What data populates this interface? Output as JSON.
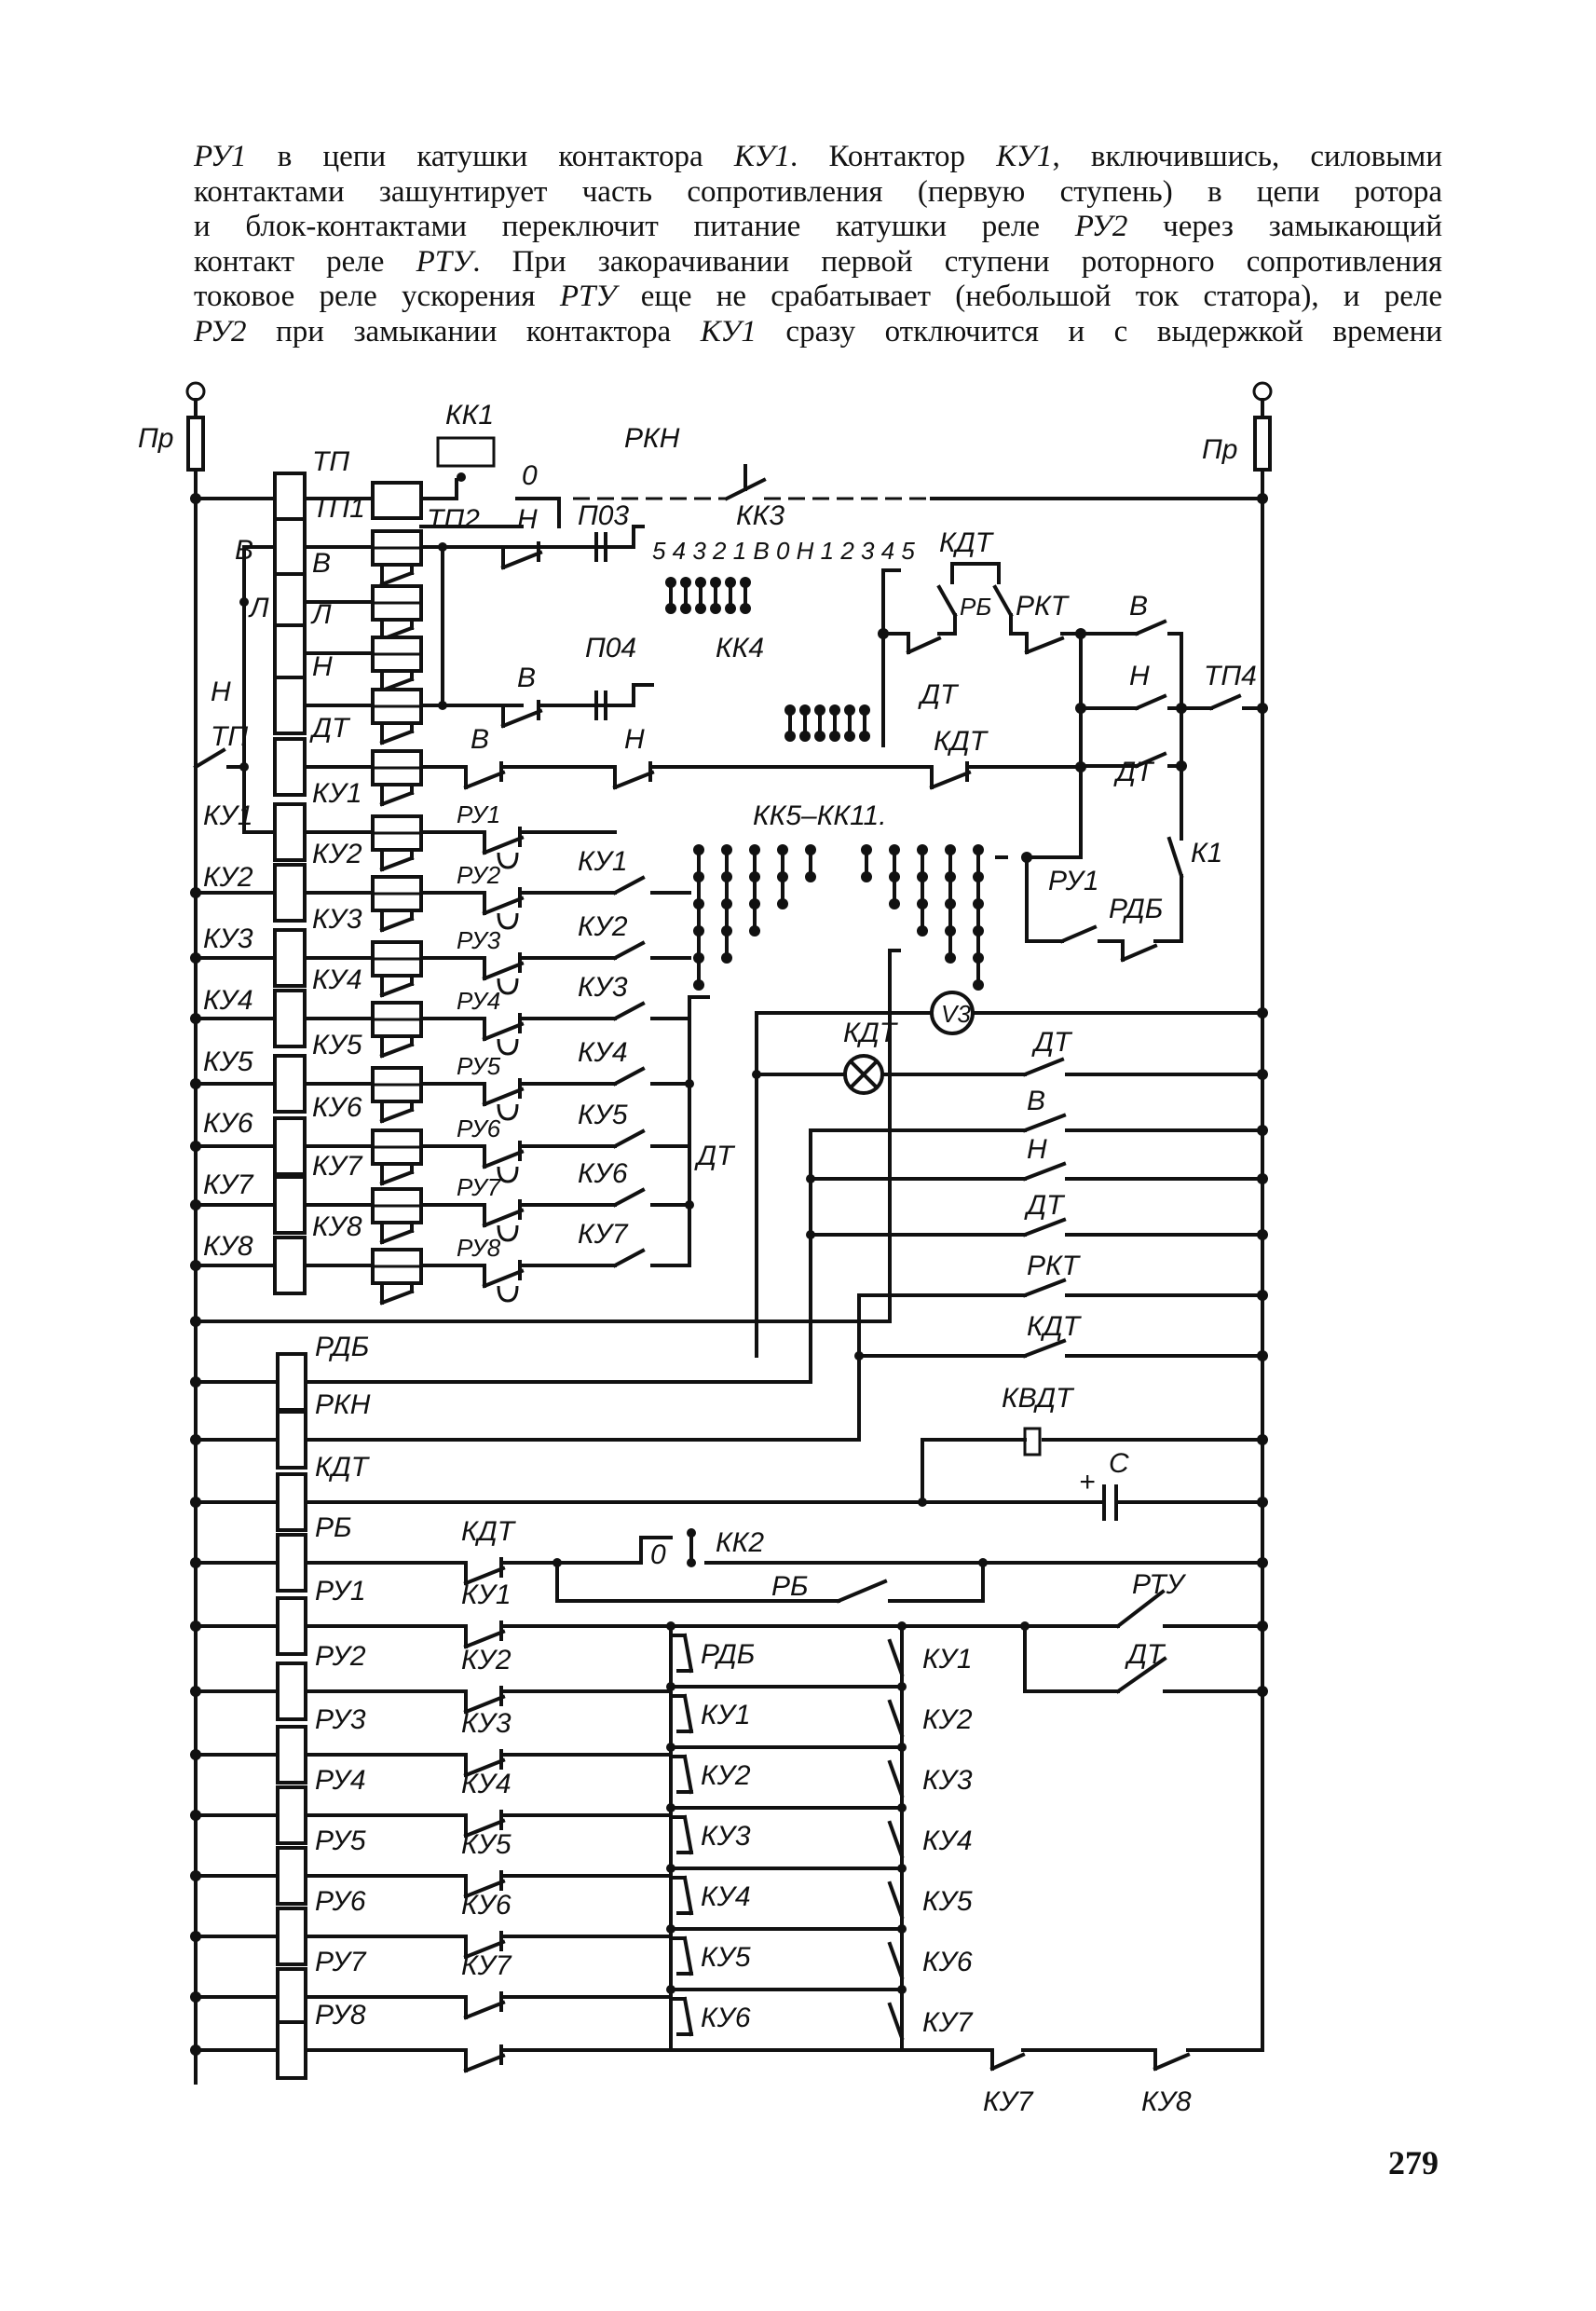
{
  "page": {
    "number": "279",
    "text_lines": [
      [
        "РУ1",
        " в цепи катушки контактора ",
        "КУ1",
        ". Контактор ",
        "КУ1",
        ", включившись, силовыми"
      ],
      [
        "",
        "контактами зашунтирует часть сопротивления (первую ступень) в цепи ротора",
        "",
        "",
        "",
        ""
      ],
      [
        "",
        "и блок-контактами переключит питание катушки реле ",
        "РУ2",
        " через замыкающий",
        "",
        ""
      ],
      [
        "",
        "контакт реле ",
        "РТУ",
        ". При закорачивании первой ступени роторного сопротивления",
        "",
        ""
      ],
      [
        "",
        "токовое реле ускорения ",
        "РТУ",
        " еще не срабатывает (небольшой ток статора), и реле",
        "",
        ""
      ],
      [
        "РУ2",
        " при замыкании контактора ",
        "КУ1",
        " сразу отключится и с выдержкой времени",
        "",
        ""
      ]
    ]
  },
  "diagram": {
    "fuse_left": "Пр",
    "fuse_right": "Пр",
    "top": {
      "kk1": "КК1",
      "kk1_pos": "0",
      "rkn": "РКН",
      "po3": "П03",
      "kk3": "КК3",
      "kk3_positions": "5 4 3 2 1 В 0 Н 1 2 3 4 5",
      "po4": "П04",
      "kk4": "КК4",
      "kdt_top": "КДТ",
      "rb": "РБ",
      "rkt": "РКТ",
      "dt": "ДТ",
      "kdt_mid": "КДТ",
      "v": "В",
      "n": "Н",
      "tp4": "ТП4",
      "dt2": "ДТ",
      "k1": "К1",
      "kk5_11": "КК5–КК11.",
      "ru1": "РУ1",
      "rdb": "РДБ"
    },
    "left_labels": [
      "В",
      "Л",
      "Н",
      "ТП",
      "КУ1",
      "КУ2",
      "КУ3",
      "КУ4",
      "КУ5",
      "КУ6",
      "КУ7",
      "КУ8"
    ],
    "coil_labels": [
      "ТП",
      "ТП1",
      "В",
      "Л",
      "Н",
      "ДТ",
      "ДТ",
      "КУ1",
      "КУ2",
      "КУ3",
      "КУ4",
      "КУ5",
      "КУ6",
      "КУ7",
      "КУ8"
    ],
    "tp2": "ТП2",
    "contact_v": "В",
    "contact_n": "Н",
    "contact_b2": "В",
    "contact_n2": "Н",
    "ru_contacts": [
      "РУ1",
      "РУ2",
      "РУ3",
      "РУ4",
      "РУ5",
      "РУ6",
      "РУ7",
      "РУ8"
    ],
    "ku_contacts": [
      "КУ1",
      "КУ2",
      "КУ3",
      "КУ4",
      "КУ5",
      "КУ6",
      "КУ7"
    ],
    "dt_side": "ДТ",
    "lamp_circuit": {
      "voltmeter": "V3",
      "lamp": "КДТ",
      "dt": "ДТ"
    },
    "right_contacts": [
      "В",
      "Н",
      "ДТ",
      "РКТ",
      "КДТ",
      "КВДТ"
    ],
    "capacitor": "С",
    "cap_plus": "+",
    "lower_coils": [
      "РДБ",
      "РКН",
      "КДТ",
      "РБ",
      "РУ1",
      "РУ2",
      "РУ3",
      "РУ4",
      "РУ5",
      "РУ6",
      "РУ7",
      "РУ8"
    ],
    "lower_series": [
      "КДТ",
      "КУ1",
      "КУ2",
      "КУ3",
      "КУ4",
      "КУ5",
      "КУ6",
      "КУ7"
    ],
    "kk2": "КК2",
    "kk2_pos": "0",
    "rb_low": "РБ",
    "nc_chain": [
      "РДБ",
      "КУ1",
      "КУ2",
      "КУ3",
      "КУ4",
      "КУ5",
      "КУ6"
    ],
    "no_chain": [
      "КУ1",
      "КУ2",
      "КУ3",
      "КУ4",
      "КУ5",
      "КУ6",
      "КУ7"
    ],
    "rtu": "РТУ",
    "dt_low": "ДТ",
    "bottom": [
      "КУ7",
      "КУ8"
    ]
  }
}
